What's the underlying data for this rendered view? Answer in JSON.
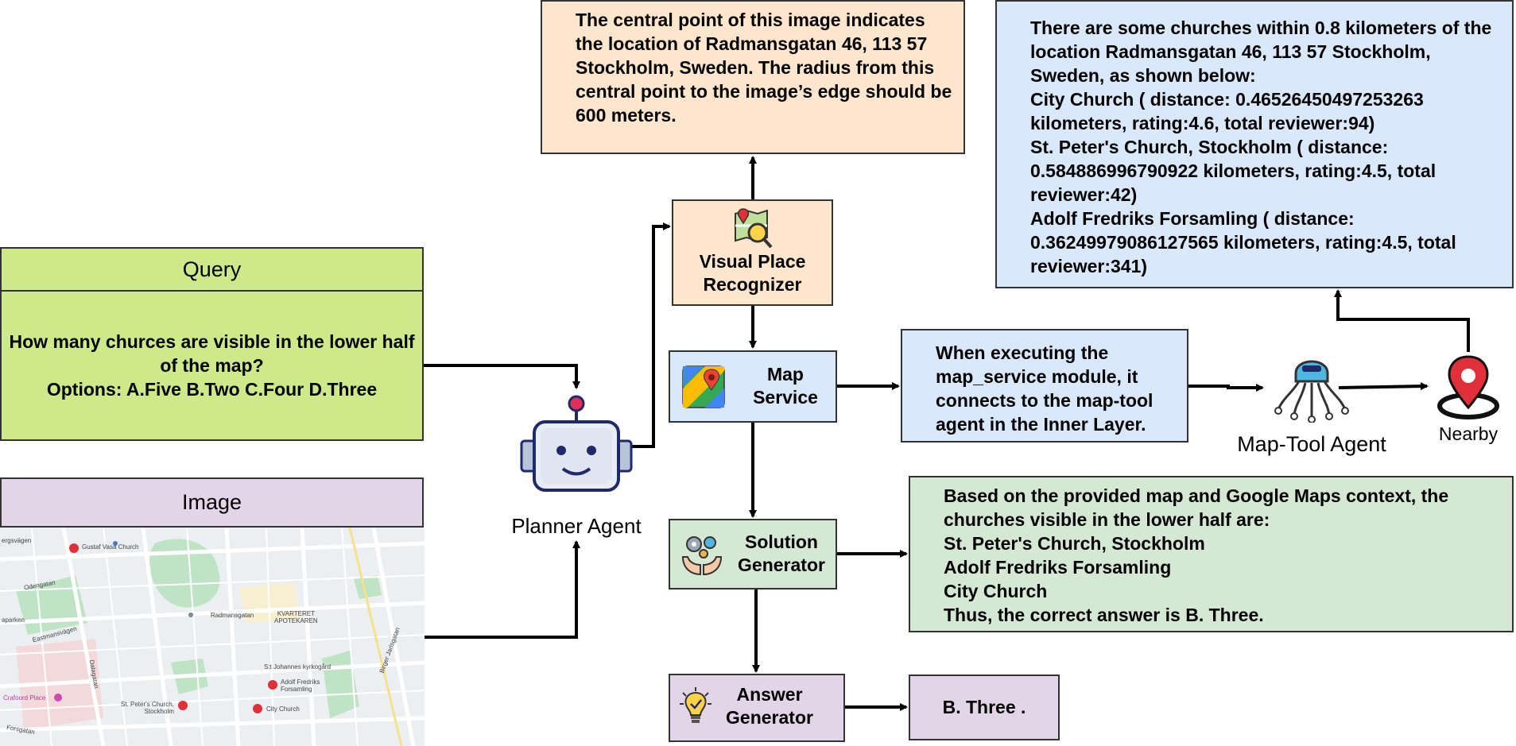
{
  "colors": {
    "green": "#cde98a",
    "purple": "#e1d5e7",
    "orange": "#ffe6cc",
    "blue": "#dae8fc",
    "light_green": "#d5e8d4",
    "border": "#333333",
    "pin_red": "#e0303a"
  },
  "query": {
    "title": "Query",
    "text": "How many churces are visible in the lower half of the map?\nOptions: A.Five B.Two C.Four D.Three"
  },
  "image_panel": {
    "title": "Image",
    "map_labels": [
      "Gustaf Vasa Church",
      "Odengatan",
      "KVARTERET\nAPOTEKAREN",
      "Radmansgatan",
      "Eastmansvägen",
      "Dalagatan",
      "S:t Johannes kyrkogård",
      "Adolf Fredriks\nForsamling",
      "St. Peter's Church,\nStockholm",
      "City Church",
      "Crafoord Place",
      "Forsgatan",
      "Birger Jarlsgatan",
      "aparken",
      "ergsvägen"
    ]
  },
  "planner": {
    "label": "Planner Agent",
    "icon": "robot-icon"
  },
  "visual_place": {
    "label": "Visual Place\nRecognizer",
    "icon": "map-search-icon"
  },
  "map_service": {
    "label": "Map\nService",
    "icon": "google-maps-icon"
  },
  "solution_gen": {
    "label": "Solution\nGenerator",
    "icon": "gears-hands-icon"
  },
  "answer_gen": {
    "label": "Answer\nGenerator",
    "icon": "lightbulb-icon"
  },
  "vpr_output": {
    "text": "The central point of this image indicates the location of Radmansgatan 46, 113 57 Stockholm, Sweden. The radius from this central point to the image’s edge should be\n600 meters."
  },
  "map_service_note": {
    "text": "When executing the map_service module, it connects to the map-tool agent in the Inner Layer."
  },
  "map_tool_agent": {
    "label": "Map-Tool Agent",
    "icon": "octopus-robot-icon"
  },
  "nearby": {
    "label": "Nearby",
    "icon": "location-pin-icon"
  },
  "nearby_output": {
    "text": "There are some churches within 0.8 kilometers of the location Radmansgatan 46, 113 57 Stockholm, Sweden, as shown below:\nCity Church ( distance: 0.46526450497253263 kilometers, rating:4.6, total reviewer:94)\nSt. Peter's Church, Stockholm ( distance: 0.584886996790922 kilometers, rating:4.5, total reviewer:42)\nAdolf Fredriks Forsamling ( distance: 0.36249979086127565 kilometers, rating:4.5, total reviewer:341)"
  },
  "solution_output": {
    "text": "Based on the provided map and Google Maps context, the churches visible in the lower half are:\nSt. Peter's Church, Stockholm\nAdolf Fredriks Forsamling\nCity Church\nThus, the correct answer is B. Three."
  },
  "final_answer": {
    "text": "B. Three ."
  }
}
